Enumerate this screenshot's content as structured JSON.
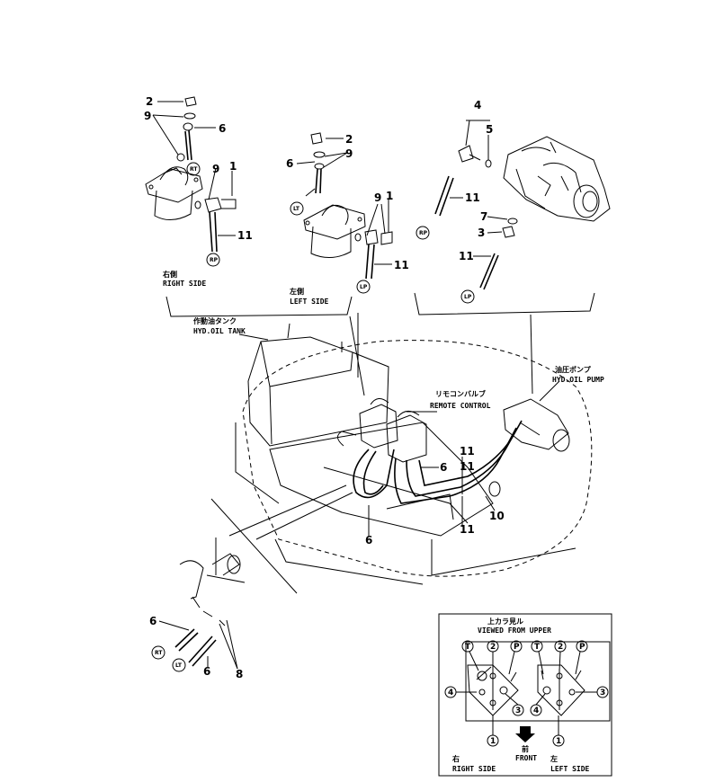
{
  "labels": {
    "right_side_jp": "右側",
    "right_side_en": "RIGHT SIDE",
    "left_side_jp": "左側",
    "left_side_en": "LEFT SIDE",
    "tank_jp": "作動油タンク",
    "tank_en": "HYD.OIL TANK",
    "remote_jp": "リモコンバルブ",
    "remote_en": "REMOTE CONTROL",
    "pump_jp": "油圧ポンプ",
    "pump_en": "HYD.OIL PUMP",
    "viewed_jp": "上カラ見ル",
    "viewed_en": "VIEWED FROM UPPER",
    "front_jp": "前",
    "front_en": "FRONT",
    "inset_right_jp": "右",
    "inset_right_en": "RIGHT SIDE",
    "inset_left_jp": "左",
    "inset_left_en": "LEFT SIDE"
  },
  "part_numbers": {
    "p1": "1",
    "p2": "2",
    "p3": "3",
    "p4": "4",
    "p5": "5",
    "p6": "6",
    "p7": "7",
    "p8": "8",
    "p9": "9",
    "p10": "10",
    "p11": "11"
  },
  "tags": {
    "rt": "RT",
    "lt": "LT",
    "rp": "RP",
    "lp": "LP"
  },
  "ports": {
    "t": "T",
    "p": "P",
    "one": "1",
    "two": "2",
    "three": "3",
    "four": "4"
  }
}
